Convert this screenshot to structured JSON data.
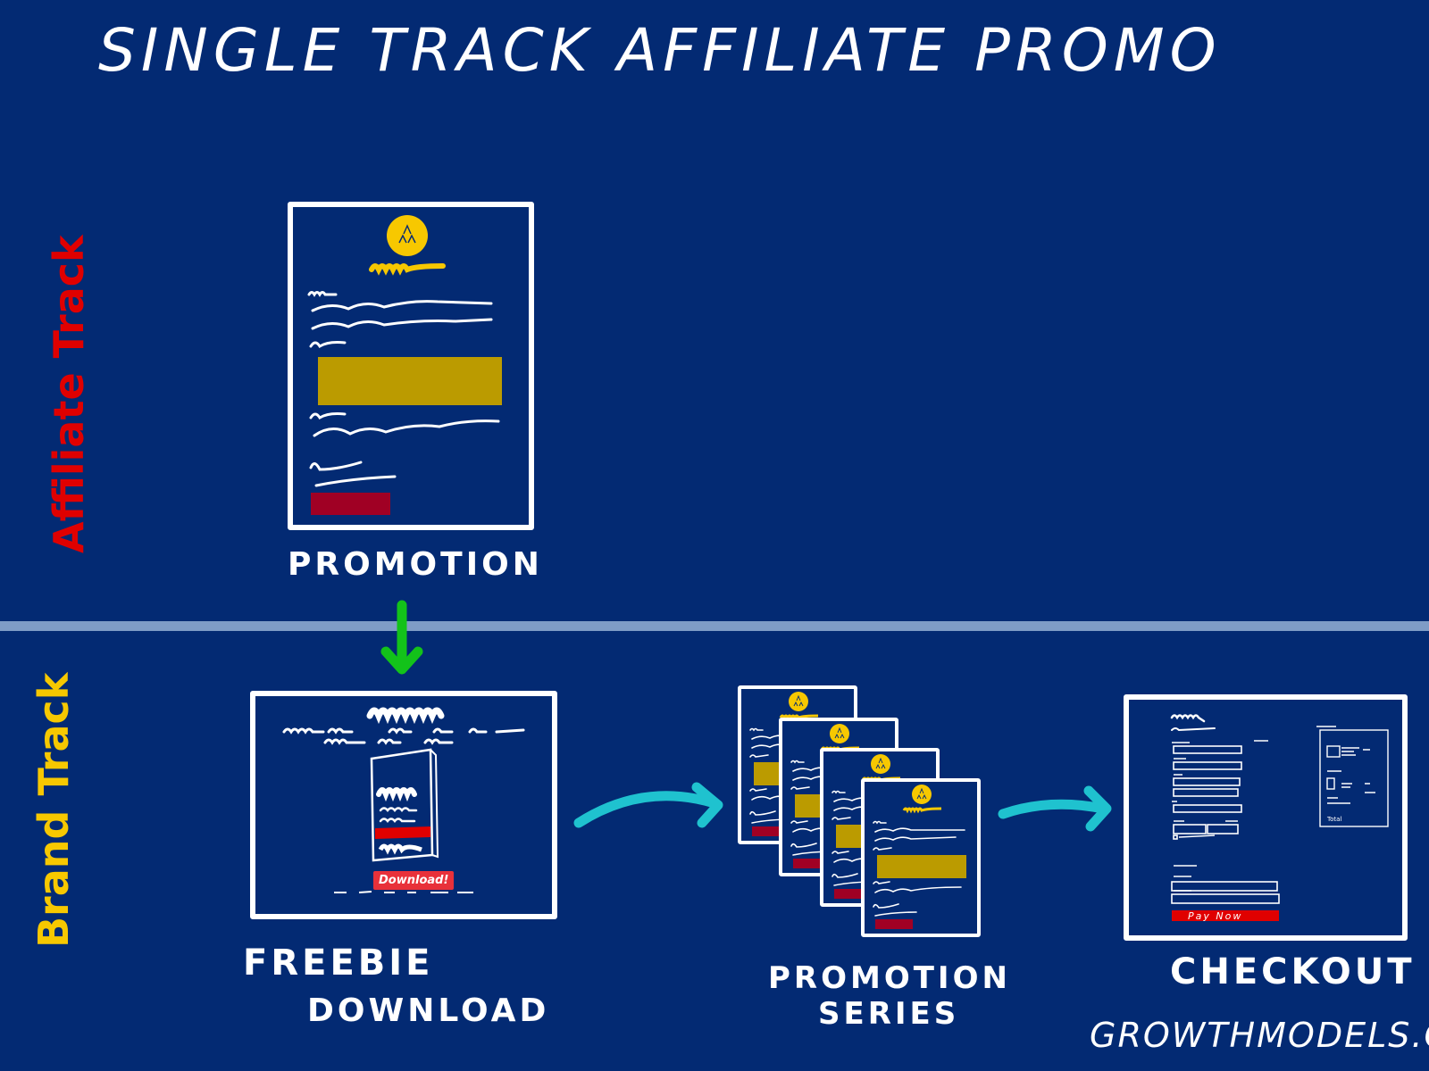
{
  "title": "Single Track Affiliate Promo",
  "tracks": {
    "affiliate": {
      "label": "Affiliate Track",
      "color": "#e00000"
    },
    "brand": {
      "label": "Brand Track",
      "color": "#f7c800"
    }
  },
  "stages": {
    "promotion": {
      "caption": "Promotion"
    },
    "freebie": {
      "caption_line1": "Freebie",
      "caption_line2": "Download",
      "button_label": "Download!"
    },
    "series": {
      "caption_line1": "Promotion",
      "caption_line2": "Series"
    },
    "checkout": {
      "caption": "Checkout",
      "button_label": "Pay Now",
      "summary_total_label": "Total"
    }
  },
  "colors": {
    "background": "#032a73",
    "divider": "#7f9cc6",
    "logo": "#f7c800",
    "banner": "#bb9b00",
    "cta": "#a00024",
    "down_arrow": "#13c21a",
    "flow_arrow": "#1fc2cf"
  },
  "footer": "Growthmodels.co"
}
